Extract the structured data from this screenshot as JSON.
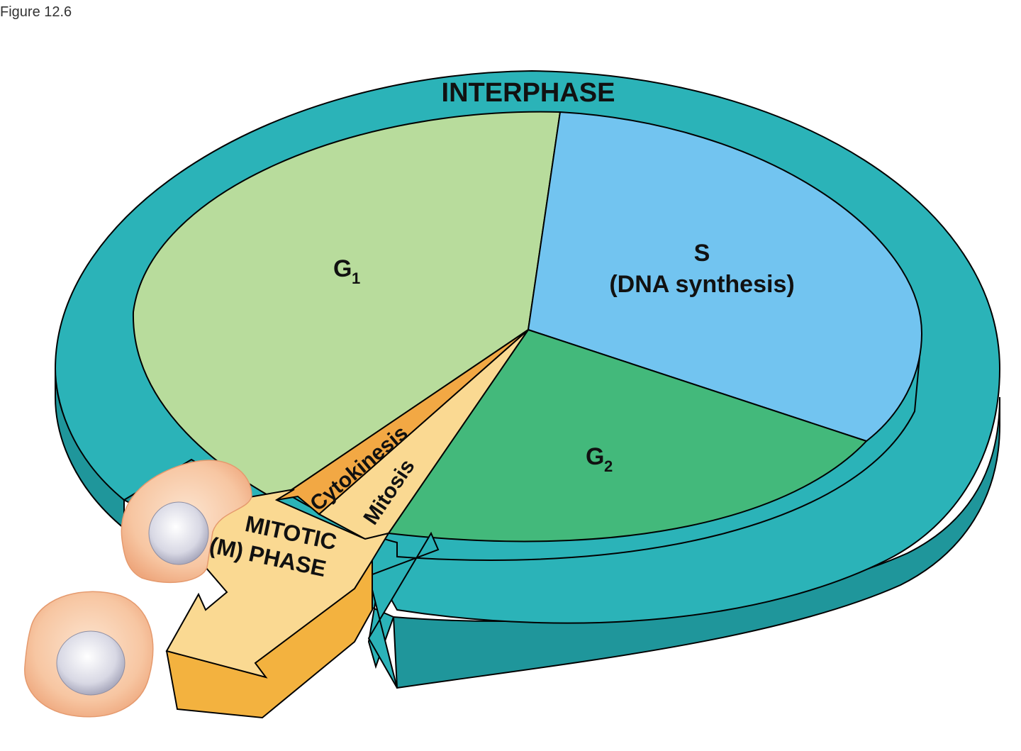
{
  "figure_label": "Figure 12.6",
  "diagram": {
    "ring_label": "INTERPHASE",
    "g1": {
      "letter": "G",
      "subscript": "1"
    },
    "s": {
      "letter": "S",
      "description": "(DNA synthesis)"
    },
    "g2": {
      "letter": "G",
      "subscript": "2"
    },
    "cytokinesis": "Cytokinesis",
    "mitosis": "Mitosis",
    "mitotic_phase": {
      "line1": "MITOTIC",
      "line2": "(M) PHASE"
    },
    "colors": {
      "ring_teal": "#2bb3b8",
      "ring_teal_dark": "#1d9196",
      "g1_green": "#b8dc9c",
      "s_blue": "#72c4f0",
      "g2_green": "#43b97b",
      "cytokinesis_orange": "#f2a844",
      "mitosis_yellow": "#fad992",
      "arrow_front": "#fbd98e",
      "arrow_side": "#f3b23f",
      "cell_body": "#f7c9a6",
      "cell_nucleus": "#dcdce6"
    }
  }
}
